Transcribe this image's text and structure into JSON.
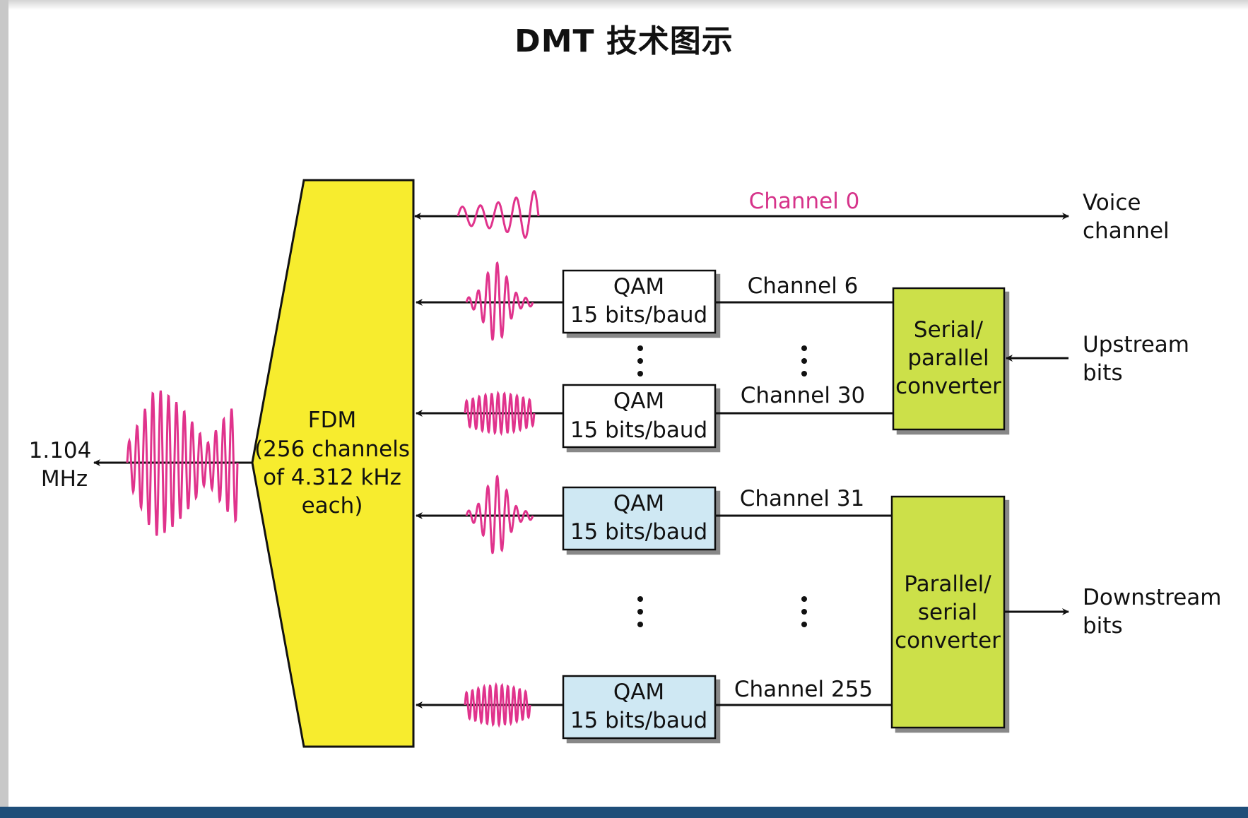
{
  "slide": {
    "title": "DMT 技术图示"
  },
  "diagram": {
    "fdm": {
      "lines": [
        "FDM",
        "(256 channels",
        "of 4.312 kHz",
        "each)"
      ],
      "color": "#f7ec2e"
    },
    "output": {
      "lines": [
        "1.104",
        "MHz"
      ]
    },
    "channels": {
      "voice_channel_label": "Channel 0",
      "ch6": "Channel 6",
      "ch30": "Channel 30",
      "ch31": "Channel 31",
      "ch255": "Channel 255"
    },
    "qam_boxes": [
      {
        "lines": [
          "QAM",
          "15 bits/baud"
        ]
      },
      {
        "lines": [
          "QAM",
          "15 bits/baud"
        ]
      },
      {
        "lines": [
          "QAM",
          "15 bits/baud"
        ]
      },
      {
        "lines": [
          "QAM",
          "15 bits/baud"
        ]
      }
    ],
    "converters": {
      "upstream": {
        "lines": [
          "Serial/",
          "parallel",
          "converter"
        ]
      },
      "downstream": {
        "lines": [
          "Parallel/",
          "serial",
          "converter"
        ]
      },
      "color": "#cce04a"
    },
    "right_labels": {
      "voice": [
        "Voice",
        "channel"
      ],
      "upstream": [
        "Upstream",
        "bits"
      ],
      "downstream": [
        "Downstream",
        "bits"
      ]
    },
    "colors": {
      "wave": "#e0338c",
      "channel0_label": "#d6338a",
      "qam_upstream_fill": "#ffffff",
      "qam_downstream_fill": "#cfe8f3"
    }
  }
}
